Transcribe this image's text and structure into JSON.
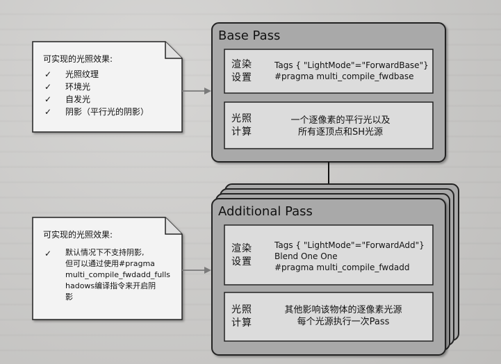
{
  "base_pass": {
    "title": "Base Pass",
    "render_section": {
      "label_1": "渲染",
      "label_2": "设置",
      "line_1": "Tags { \"LightMode\"=\"ForwardBase\"}",
      "line_2": "#pragma multi_compile_fwdbase"
    },
    "light_section": {
      "label_1": "光照",
      "label_2": "计算",
      "line_1": "一个逐像素的平行光以及",
      "line_2": "所有逐顶点和SH光源"
    }
  },
  "additional_pass": {
    "title": "Additional Pass",
    "render_section": {
      "label_1": "渲染",
      "label_2": "设置",
      "line_1": "Tags { \"LightMode\"=\"ForwardAdd\"}",
      "line_2": "Blend One One",
      "line_3": "#pragma multi_compile_fwdadd"
    },
    "light_section": {
      "label_1": "光照",
      "label_2": "计算",
      "line_1": "其他影响该物体的逐像素光源",
      "line_2": "每个光源执行一次Pass"
    }
  },
  "note_base": {
    "title": "可实现的光照效果:",
    "items": [
      "光照纹理",
      "环境光",
      "自发光",
      "阴影（平行光的阴影）"
    ]
  },
  "note_additional": {
    "title": "可实现的光照效果:",
    "item_lines": [
      "默认情况下不支持阴影,",
      "但可以通过使用#pragma",
      "multi_compile_fwdadd_fulls",
      "hadows编译指令来开启阴",
      "影"
    ]
  },
  "check_glyph": "✓",
  "colors": {
    "background": "#c9c8c6",
    "pass_box_fill": "#a8a8a8",
    "inner_box_fill": "#dcdcdc",
    "note_fill": "#f3f3f3",
    "arrow": "#222222"
  }
}
